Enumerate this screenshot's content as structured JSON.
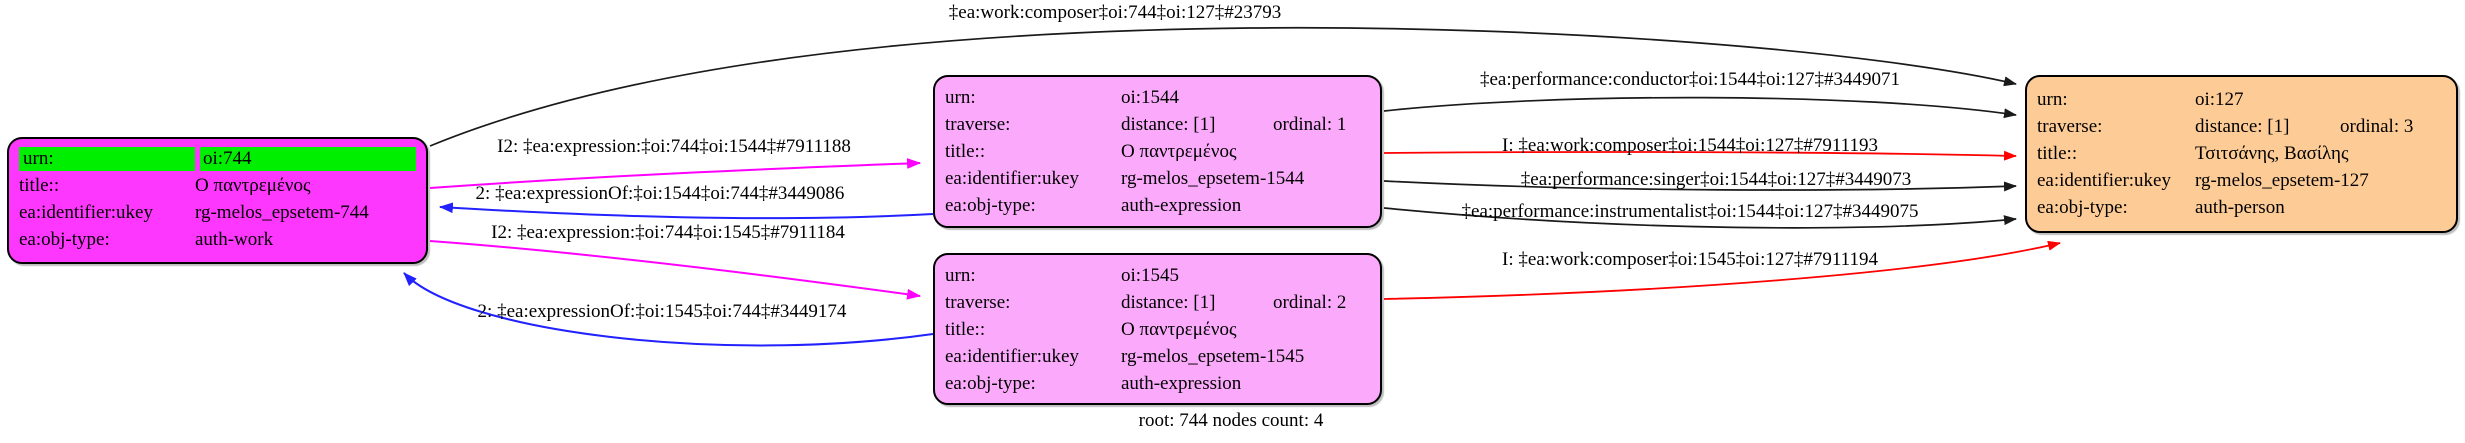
{
  "diagram": {
    "footer": "root: 744 nodes count: 4",
    "colors": {
      "work_node_fill": "#fd37fd",
      "expression_node_fill": "#fbaafb",
      "person_node_fill": "#fccb96",
      "urn_highlight": "#00ee00",
      "edge_black": "#1a1a1a",
      "edge_magenta": "#ff00ff",
      "edge_blue": "#2222ff",
      "edge_red": "#fe0000"
    },
    "nodes": {
      "work_744": {
        "urn_key": "urn:",
        "urn_value": "oi:744",
        "title_key": "title::",
        "title_value": "Ο παντρεμένος",
        "identifier_key": "ea:identifier:ukey",
        "identifier_value": "rg-melos_epsetem-744",
        "objtype_key": "ea:obj-type:",
        "objtype_value": "auth-work"
      },
      "expression_1544": {
        "urn_key": "urn:",
        "urn_value": "oi:1544",
        "traverse_key": "traverse:",
        "distance": "distance: [1]",
        "ordinal": "ordinal: 1",
        "title_key": "title::",
        "title_value": "Ο παντρεμένος",
        "identifier_key": "ea:identifier:ukey",
        "identifier_value": "rg-melos_epsetem-1544",
        "objtype_key": "ea:obj-type:",
        "objtype_value": "auth-expression"
      },
      "expression_1545": {
        "urn_key": "urn:",
        "urn_value": "oi:1545",
        "traverse_key": "traverse:",
        "distance": "distance: [1]",
        "ordinal": "ordinal: 2",
        "title_key": "title::",
        "title_value": "Ο παντρεμένος",
        "identifier_key": "ea:identifier:ukey",
        "identifier_value": "rg-melos_epsetem-1545",
        "objtype_key": "ea:obj-type:",
        "objtype_value": "auth-expression"
      },
      "person_127": {
        "urn_key": "urn:",
        "urn_value": "oi:127",
        "traverse_key": "traverse:",
        "distance": "distance: [1]",
        "ordinal": "ordinal: 3",
        "title_key": "title::",
        "title_value": "Τσιτσάνης, Βασίλης",
        "identifier_key": "ea:identifier:ukey",
        "identifier_value": "rg-melos_epsetem-127",
        "objtype_key": "ea:obj-type:",
        "objtype_value": "auth-person"
      }
    },
    "edges": [
      {
        "label": "‡ea:work:composer‡oi:744‡oi:127‡#23793",
        "color": "#1a1a1a",
        "from": "oi:744",
        "to": "oi:127"
      },
      {
        "label": "I2: ‡ea:expression:‡oi:744‡oi:1544‡#7911188",
        "color": "#ff00ff",
        "from": "oi:744",
        "to": "oi:1544"
      },
      {
        "label": "2: ‡ea:expressionOf:‡oi:1544‡oi:744‡#3449086",
        "color": "#2222ff",
        "from": "oi:1544",
        "to": "oi:744"
      },
      {
        "label": "I2: ‡ea:expression:‡oi:744‡oi:1545‡#7911184",
        "color": "#ff00ff",
        "from": "oi:744",
        "to": "oi:1545"
      },
      {
        "label": "2: ‡ea:expressionOf:‡oi:1545‡oi:744‡#3449174",
        "color": "#2222ff",
        "from": "oi:1545",
        "to": "oi:744"
      },
      {
        "label": "‡ea:performance:conductor‡oi:1544‡oi:127‡#3449071",
        "color": "#1a1a1a",
        "from": "oi:1544",
        "to": "oi:127"
      },
      {
        "label": "I: ‡ea:work:composer‡oi:1544‡oi:127‡#7911193",
        "color": "#fe0000",
        "from": "oi:1544",
        "to": "oi:127"
      },
      {
        "label": "‡ea:performance:singer‡oi:1544‡oi:127‡#3449073",
        "color": "#1a1a1a",
        "from": "oi:1544",
        "to": "oi:127"
      },
      {
        "label": "‡ea:performance:instrumentalist‡oi:1544‡oi:127‡#3449075",
        "color": "#1a1a1a",
        "from": "oi:1544",
        "to": "oi:127"
      },
      {
        "label": "I: ‡ea:work:composer‡oi:1545‡oi:127‡#7911194",
        "color": "#fe0000",
        "from": "oi:1545",
        "to": "oi:127"
      }
    ]
  }
}
